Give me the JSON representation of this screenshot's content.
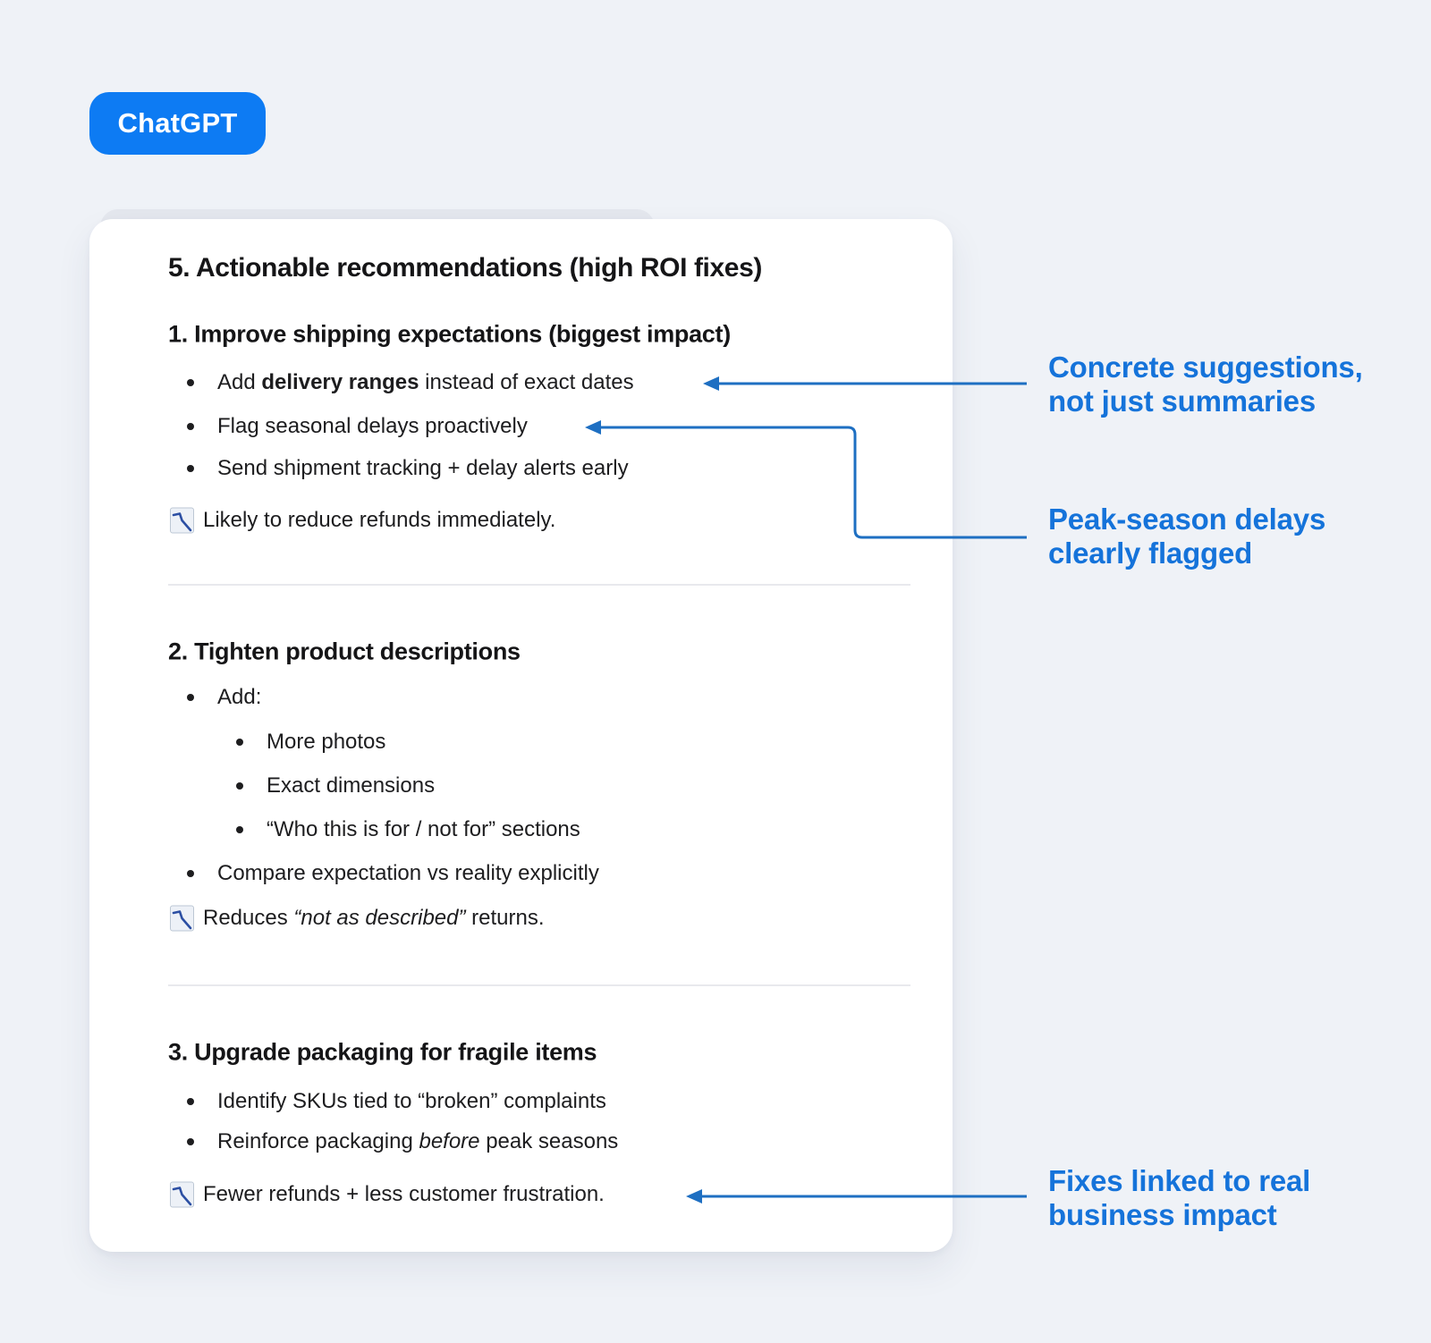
{
  "badge": {
    "label": "ChatGPT"
  },
  "card": {
    "title": "5. Actionable recommendations (high ROI fixes)",
    "sections": [
      {
        "heading": "1. Improve shipping expectations (biggest impact)",
        "items": [
          {
            "level": 1,
            "segments": [
              {
                "text": "Add ",
                "style": "normal"
              },
              {
                "text": "delivery ranges",
                "style": "bold"
              },
              {
                "text": " instead of exact dates",
                "style": "normal"
              }
            ]
          },
          {
            "level": 1,
            "segments": [
              {
                "text": "Flag seasonal delays proactively",
                "style": "normal"
              }
            ]
          },
          {
            "level": 1,
            "segments": [
              {
                "text": "Send shipment tracking + delay alerts early",
                "style": "normal"
              }
            ]
          }
        ],
        "note": {
          "icon": "chart-decreasing-icon",
          "segments": [
            {
              "text": "Likely to reduce refunds immediately.",
              "style": "normal"
            }
          ]
        }
      },
      {
        "heading": "2. Tighten product descriptions",
        "items": [
          {
            "level": 1,
            "segments": [
              {
                "text": "Add:",
                "style": "normal"
              }
            ]
          },
          {
            "level": 2,
            "segments": [
              {
                "text": "More photos",
                "style": "normal"
              }
            ]
          },
          {
            "level": 2,
            "segments": [
              {
                "text": "Exact dimensions",
                "style": "normal"
              }
            ]
          },
          {
            "level": 2,
            "segments": [
              {
                "text": "“Who this is for / not for” sections",
                "style": "normal"
              }
            ]
          },
          {
            "level": 1,
            "segments": [
              {
                "text": "Compare expectation vs reality explicitly",
                "style": "normal"
              }
            ]
          }
        ],
        "note": {
          "icon": "chart-decreasing-icon",
          "segments": [
            {
              "text": "Reduces ",
              "style": "normal"
            },
            {
              "text": "“not as described”",
              "style": "italic"
            },
            {
              "text": " returns.",
              "style": "normal"
            }
          ]
        }
      },
      {
        "heading": "3. Upgrade packaging for fragile items",
        "items": [
          {
            "level": 1,
            "segments": [
              {
                "text": "Identify SKUs tied to “broken” complaints",
                "style": "normal"
              }
            ]
          },
          {
            "level": 1,
            "segments": [
              {
                "text": "Reinforce packaging ",
                "style": "normal"
              },
              {
                "text": "before",
                "style": "italic"
              },
              {
                "text": " peak seasons",
                "style": "normal"
              }
            ]
          }
        ],
        "note": {
          "icon": "chart-decreasing-icon",
          "segments": [
            {
              "text": "Fewer refunds + less customer frustration.",
              "style": "normal"
            }
          ]
        }
      }
    ]
  },
  "annotations": [
    {
      "lines": [
        "Concrete suggestions,",
        "not just summaries"
      ]
    },
    {
      "lines": [
        "Peak-season delays",
        "clearly flagged"
      ]
    },
    {
      "lines": [
        "Fixes linked to real",
        "business impact"
      ]
    }
  ],
  "colors": {
    "badge_blue": "#0d7bf3",
    "annotation_blue": "#1573da",
    "arrow_blue": "#1e6fc2",
    "background": "#eff2f7",
    "card_white": "#ffffff"
  }
}
